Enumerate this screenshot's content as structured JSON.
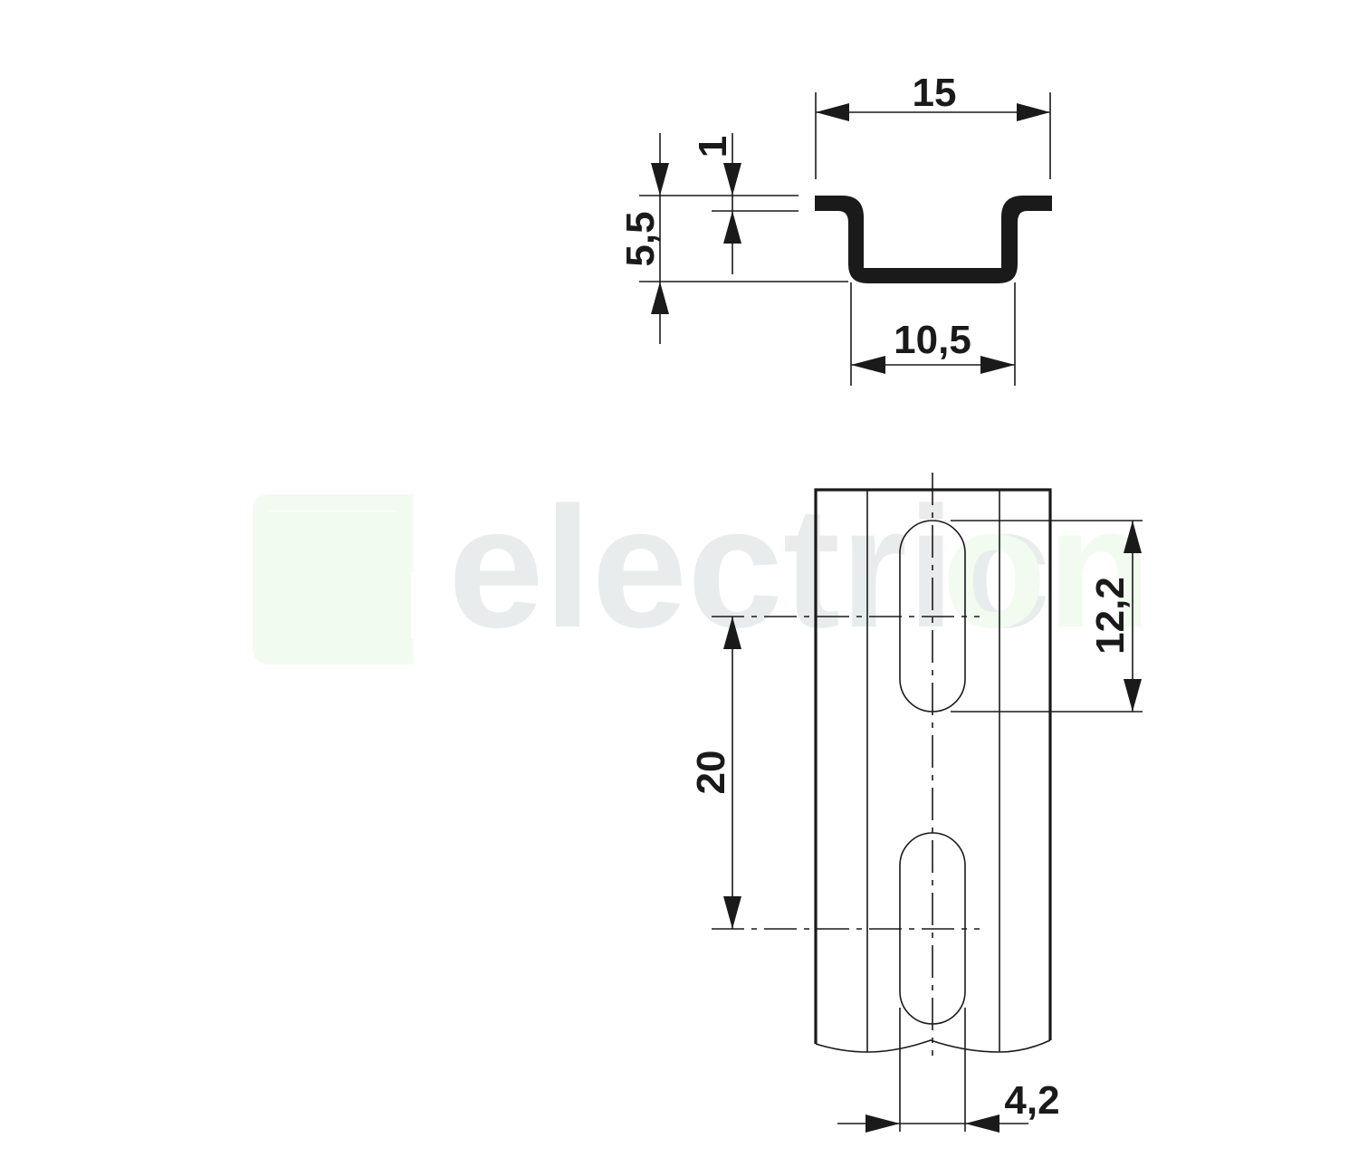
{
  "watermark": {
    "brand_text_grey": "electric",
    "brand_text_green": "on",
    "grey_color": "#e9ecec",
    "green_color": "#f1fbef",
    "logo_color": "#f1fbef"
  },
  "profile_view": {
    "dimensions": {
      "overall_width": "15",
      "thickness": "1",
      "height": "5,5",
      "inner_width": "10,5"
    }
  },
  "front_view": {
    "dimensions": {
      "slot_pitch": "20",
      "slot_length": "12,2",
      "slot_width": "4,2"
    }
  },
  "colors": {
    "line": "#1a1a1a",
    "background": "#ffffff"
  }
}
